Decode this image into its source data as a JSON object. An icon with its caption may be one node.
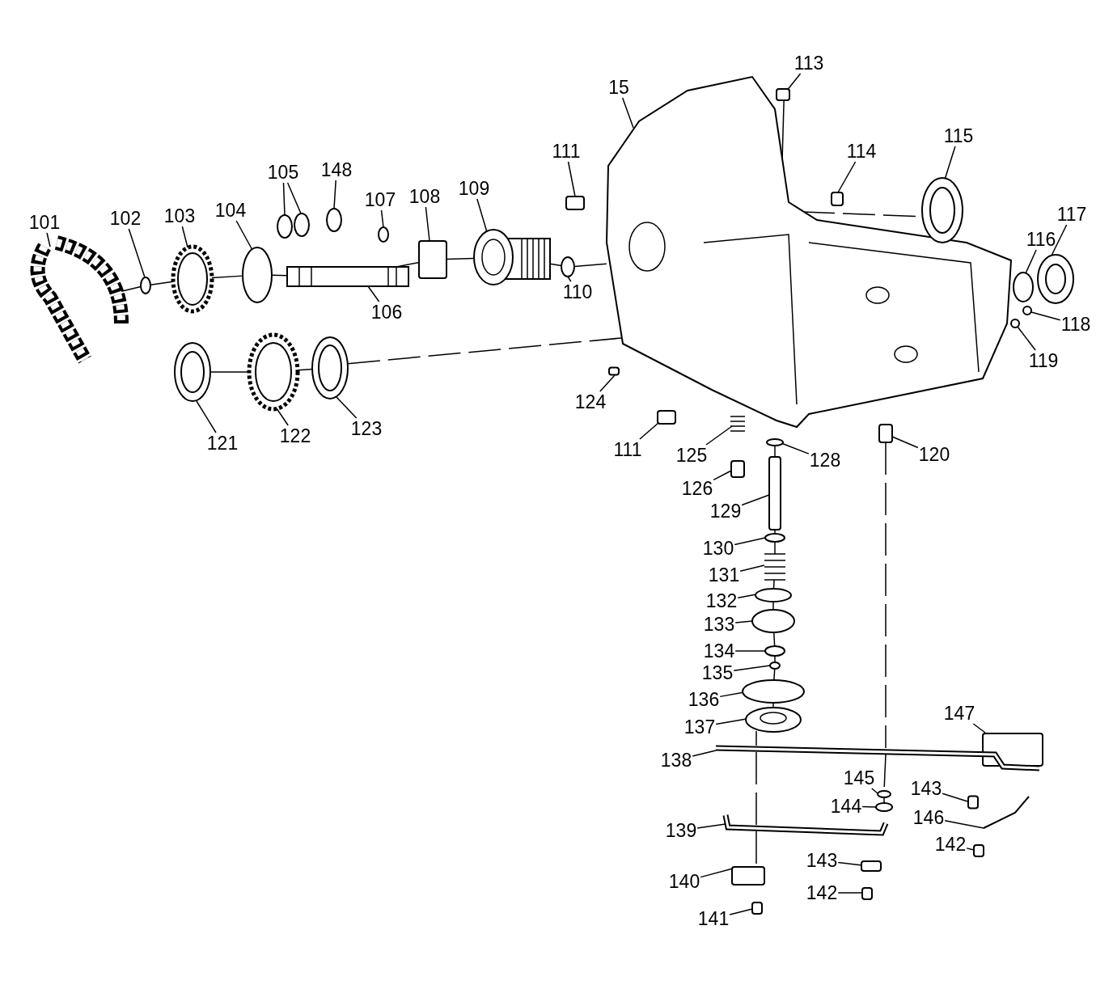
{
  "diagram": {
    "nodes": [
      {
        "text": [
          "113"
        ]
      },
      {
        "text": [
          "15"
        ]
      },
      {
        "text": [
          "115"
        ]
      },
      {
        "text": [
          "111"
        ]
      },
      {
        "text": [
          "114"
        ]
      },
      {
        "text": [
          "148"
        ]
      },
      {
        "text": [
          "105"
        ]
      },
      {
        "text": [
          "109"
        ]
      },
      {
        "text": [
          "108"
        ]
      },
      {
        "text": [
          "107"
        ]
      },
      {
        "text": [
          "104"
        ]
      },
      {
        "text": [
          "117"
        ]
      },
      {
        "text": [
          "103"
        ]
      },
      {
        "text": [
          "102"
        ]
      },
      {
        "text": [
          "101"
        ]
      },
      {
        "text": [
          "116"
        ]
      },
      {
        "text": [
          "110"
        ]
      },
      {
        "text": [
          "106"
        ]
      },
      {
        "text": [
          "118"
        ]
      },
      {
        "text": [
          "119"
        ]
      },
      {
        "text": [
          "124"
        ]
      },
      {
        "text": [
          "123"
        ]
      },
      {
        "text": [
          "122"
        ]
      },
      {
        "text": [
          "121"
        ]
      },
      {
        "text": [
          "111"
        ]
      },
      {
        "text": [
          "120"
        ]
      },
      {
        "text": [
          "125"
        ]
      },
      {
        "text": [
          "128"
        ]
      },
      {
        "text": [
          "126"
        ]
      },
      {
        "text": [
          "129"
        ]
      },
      {
        "text": [
          "130"
        ]
      },
      {
        "text": [
          "131"
        ]
      },
      {
        "text": [
          "132"
        ]
      },
      {
        "text": [
          "133"
        ]
      },
      {
        "text": [
          "134"
        ]
      },
      {
        "text": [
          "135"
        ]
      },
      {
        "text": [
          "136"
        ]
      },
      {
        "text": [
          "137"
        ]
      },
      {
        "text": [
          "147"
        ]
      },
      {
        "text": [
          "138"
        ]
      },
      {
        "text": [
          "145"
        ]
      },
      {
        "text": [
          "143"
        ]
      },
      {
        "text": [
          "144"
        ]
      },
      {
        "text": [
          "146"
        ]
      },
      {
        "text": [
          "139"
        ]
      },
      {
        "text": [
          "142"
        ]
      },
      {
        "text": [
          "143"
        ]
      },
      {
        "text": [
          "140"
        ]
      },
      {
        "text": [
          "142"
        ]
      },
      {
        "text": [
          "141"
        ]
      },
      {
        "text": [],
        "shape": "box"
      },
      {
        "text": [],
        "shape": "picture"
      },
      {
        "text": [],
        "shape": "picture"
      },
      {
        "text": [],
        "shape": "box"
      },
      {
        "text": [],
        "shape": "box"
      },
      {
        "text": [],
        "shape": "circle"
      },
      {
        "text": [],
        "shape": "circle"
      },
      {
        "text": [],
        "shape": "circle"
      },
      {
        "text": [],
        "shape": "picture"
      },
      {
        "text": [],
        "shape": "box"
      },
      {
        "text": [],
        "shape": "circle"
      },
      {
        "text": [],
        "shape": "circle"
      },
      {
        "text": [],
        "shape": "picture"
      },
      {
        "text": [],
        "shape": "picture"
      },
      {
        "text": [],
        "shape": "circle"
      },
      {
        "text": [],
        "shape": "picture"
      },
      {
        "text": [],
        "shape": "circle"
      },
      {
        "text": [],
        "shape": "circle"
      },
      {
        "text": [],
        "shape": "picture"
      },
      {
        "text": [],
        "shape": "circle"
      },
      {
        "text": [],
        "shape": "circle"
      },
      {
        "text": [],
        "shape": "box"
      },
      {
        "text": [],
        "shape": "picture"
      },
      {
        "text": [],
        "shape": "picture"
      },
      {
        "text": [],
        "shape": "picture"
      },
      {
        "text": [],
        "shape": "box"
      },
      {
        "text": [],
        "shape": "box"
      },
      {
        "text": [],
        "shape": "picture"
      },
      {
        "text": [],
        "shape": "circle"
      },
      {
        "text": [],
        "shape": "box"
      },
      {
        "text": [],
        "shape": "box"
      },
      {
        "text": [],
        "shape": "circle"
      },
      {
        "text": [],
        "shape": "picture"
      },
      {
        "text": [],
        "shape": "circle"
      },
      {
        "text": [],
        "shape": "circle"
      },
      {
        "text": [],
        "shape": "circle"
      },
      {
        "text": [],
        "shape": "circle"
      },
      {
        "text": [],
        "shape": "circle"
      },
      {
        "text": [],
        "shape": "picture"
      },
      {
        "text": [],
        "shape": "box"
      },
      {
        "text": [],
        "shape": "picture"
      },
      {
        "text": [],
        "shape": "circle"
      },
      {
        "text": [],
        "shape": "box"
      },
      {
        "text": [],
        "shape": "circle"
      },
      {
        "text": [],
        "shape": "picture"
      },
      {
        "text": [],
        "shape": "picture"
      },
      {
        "text": [],
        "shape": "box"
      },
      {
        "text": [],
        "shape": "box"
      },
      {
        "text": [],
        "shape": "box"
      },
      {
        "text": [],
        "shape": "box"
      },
      {
        "text": [],
        "shape": "box"
      }
    ],
    "edges": [
      {
        "from": 0,
        "to": 50,
        "arrow": "none"
      },
      {
        "from": 1,
        "to": 51,
        "arrow": "none"
      },
      {
        "from": 2,
        "to": 52,
        "arrow": "none"
      },
      {
        "from": 3,
        "to": 53,
        "arrow": "none"
      },
      {
        "from": 4,
        "to": 54,
        "arrow": "none"
      },
      {
        "from": 5,
        "to": 55,
        "arrow": "none"
      },
      {
        "from": 6,
        "to": 56,
        "arrow": "none"
      },
      {
        "from": 6,
        "to": 57,
        "arrow": "none"
      },
      {
        "from": 7,
        "to": 58,
        "arrow": "none"
      },
      {
        "from": 8,
        "to": 59,
        "arrow": "none"
      },
      {
        "from": 9,
        "to": 60,
        "arrow": "none"
      },
      {
        "from": 10,
        "to": 61,
        "arrow": "none"
      },
      {
        "from": 11,
        "to": 62,
        "arrow": "none"
      },
      {
        "from": 12,
        "to": 63,
        "arrow": "none"
      },
      {
        "from": 13,
        "to": 64,
        "arrow": "none"
      },
      {
        "from": 14,
        "to": 65,
        "arrow": "none"
      },
      {
        "from": 15,
        "to": 66,
        "arrow": "none"
      },
      {
        "from": 16,
        "to": 67,
        "arrow": "none"
      },
      {
        "from": 17,
        "to": 68,
        "arrow": "none"
      },
      {
        "from": 18,
        "to": 69,
        "arrow": "none"
      },
      {
        "from": 19,
        "to": 70,
        "arrow": "none"
      },
      {
        "from": 20,
        "to": 71,
        "arrow": "none"
      },
      {
        "from": 21,
        "to": 72,
        "arrow": "none"
      },
      {
        "from": 22,
        "to": 73,
        "arrow": "none"
      },
      {
        "from": 23,
        "to": 74,
        "arrow": "none"
      },
      {
        "from": 24,
        "to": 75,
        "arrow": "none"
      },
      {
        "from": 25,
        "to": 76,
        "arrow": "none"
      },
      {
        "from": 26,
        "to": 77,
        "arrow": "none"
      },
      {
        "from": 27,
        "to": 78,
        "arrow": "none"
      },
      {
        "from": 28,
        "to": 79,
        "arrow": "none"
      },
      {
        "from": 29,
        "to": 80,
        "arrow": "none"
      },
      {
        "from": 30,
        "to": 81,
        "arrow": "none"
      },
      {
        "from": 31,
        "to": 82,
        "arrow": "none"
      },
      {
        "from": 32,
        "to": 83,
        "arrow": "none"
      },
      {
        "from": 33,
        "to": 84,
        "arrow": "none"
      },
      {
        "from": 34,
        "to": 85,
        "arrow": "none"
      },
      {
        "from": 35,
        "to": 86,
        "arrow": "none"
      },
      {
        "from": 36,
        "to": 87,
        "arrow": "none"
      },
      {
        "from": 37,
        "to": 88,
        "arrow": "none"
      },
      {
        "from": 38,
        "to": 89,
        "arrow": "none"
      },
      {
        "from": 39,
        "to": 90,
        "arrow": "none"
      },
      {
        "from": 40,
        "to": 91,
        "arrow": "none"
      },
      {
        "from": 41,
        "to": 92,
        "arrow": "none"
      },
      {
        "from": 42,
        "to": 93,
        "arrow": "none"
      },
      {
        "from": 43,
        "to": 94,
        "arrow": "none"
      },
      {
        "from": 44,
        "to": 95,
        "arrow": "none"
      },
      {
        "from": 45,
        "to": 96,
        "arrow": "none"
      },
      {
        "from": 46,
        "to": 97,
        "arrow": "none"
      },
      {
        "from": 47,
        "to": 98,
        "arrow": "none"
      },
      {
        "from": 48,
        "to": 99,
        "arrow": "none"
      },
      {
        "from": 49,
        "to": 100,
        "arrow": "none"
      },
      {
        "from": 65,
        "to": 64,
        "arrow": "none"
      },
      {
        "from": 64,
        "to": 63,
        "arrow": "none"
      },
      {
        "from": 63,
        "to": 61,
        "arrow": "none"
      },
      {
        "from": 61,
        "to": 68,
        "arrow": "none"
      },
      {
        "from": 68,
        "to": 59,
        "arrow": "none"
      },
      {
        "from": 59,
        "to": 58,
        "arrow": "none"
      },
      {
        "from": 58,
        "to": 67,
        "arrow": "none"
      },
      {
        "from": 67,
        "to": 51,
        "arrow": "none",
        "style": "dashed"
      },
      {
        "from": 74,
        "to": 73,
        "arrow": "none"
      },
      {
        "from": 73,
        "to": 72,
        "arrow": "none"
      },
      {
        "from": 72,
        "to": 51,
        "arrow": "none",
        "style": "dashed"
      },
      {
        "from": 51,
        "to": 52,
        "arrow": "none",
        "style": "dashed"
      },
      {
        "from": 50,
        "to": 51,
        "arrow": "none"
      },
      {
        "from": 78,
        "to": 80,
        "arrow": "none"
      },
      {
        "from": 80,
        "to": 81,
        "arrow": "none"
      },
      {
        "from": 81,
        "to": 82,
        "arrow": "none"
      },
      {
        "from": 82,
        "to": 83,
        "arrow": "none"
      },
      {
        "from": 83,
        "to": 84,
        "arrow": "none"
      },
      {
        "from": 84,
        "to": 85,
        "arrow": "none"
      },
      {
        "from": 85,
        "to": 86,
        "arrow": "none"
      },
      {
        "from": 86,
        "to": 87,
        "arrow": "none"
      },
      {
        "from": 87,
        "to": 88,
        "arrow": "none"
      },
      {
        "from": 88,
        "to": 90,
        "arrow": "none",
        "style": "dashed"
      },
      {
        "from": 76,
        "to": 90,
        "arrow": "none",
        "style": "dashed"
      },
      {
        "from": 91,
        "to": 93,
        "arrow": "none"
      },
      {
        "from": 90,
        "to": 95,
        "arrow": "none",
        "style": "dashed"
      },
      {
        "from": 90,
        "to": 91,
        "arrow": "none",
        "style": "dashed"
      },
      {
        "from": 95,
        "to": 98,
        "arrow": "none",
        "style": "dashed"
      }
    ]
  }
}
